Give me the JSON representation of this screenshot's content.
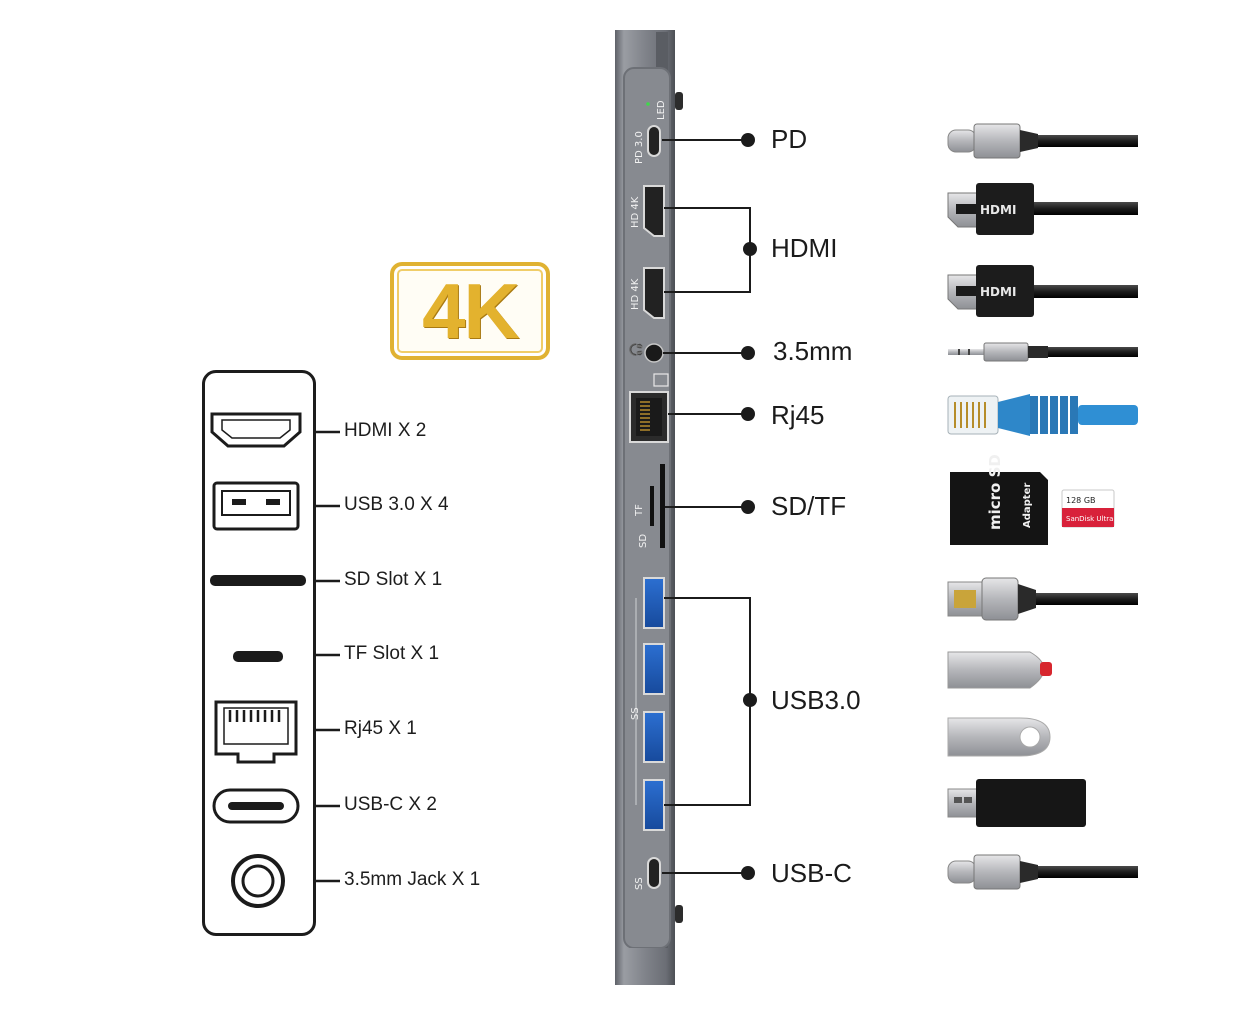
{
  "badge": {
    "text": "4K",
    "color": "#e0b232"
  },
  "legend": {
    "items": [
      {
        "icon": "hdmi-port-icon",
        "label": "HDMI X 2"
      },
      {
        "icon": "usb-a-port-icon",
        "label": "USB 3.0 X 4"
      },
      {
        "icon": "sd-slot-icon",
        "label": "SD Slot X 1"
      },
      {
        "icon": "tf-slot-icon",
        "label": "TF Slot X 1"
      },
      {
        "icon": "rj45-port-icon",
        "label": "Rj45 X 1"
      },
      {
        "icon": "usb-c-port-icon",
        "label": "USB-C X 2"
      },
      {
        "icon": "audio-jack-icon",
        "label": "3.5mm Jack X 1"
      }
    ]
  },
  "hub": {
    "color": "#7c7f86",
    "printed_labels": {
      "led": "LED",
      "pd": "PD 3.0",
      "hd1": "HD 4K",
      "hd2": "HD 4K",
      "tf": "TF",
      "sd": "SD",
      "ss_usb": "SS",
      "ss_usbc": "SS"
    }
  },
  "callouts": {
    "pd": "PD",
    "hdmi": "HDMI",
    "audio": "3.5mm",
    "rj45": "Rj45",
    "sdtf": "SD/TF",
    "usb3": "USB3.0",
    "usbc": "USB-C"
  },
  "accessories": {
    "hdmi_plug_text": "HDMI",
    "microsd_text": "micro SD",
    "adapter_text": "Adapter",
    "card_brand": "SanDisk Ultra",
    "card_capacity": "128 GB"
  }
}
